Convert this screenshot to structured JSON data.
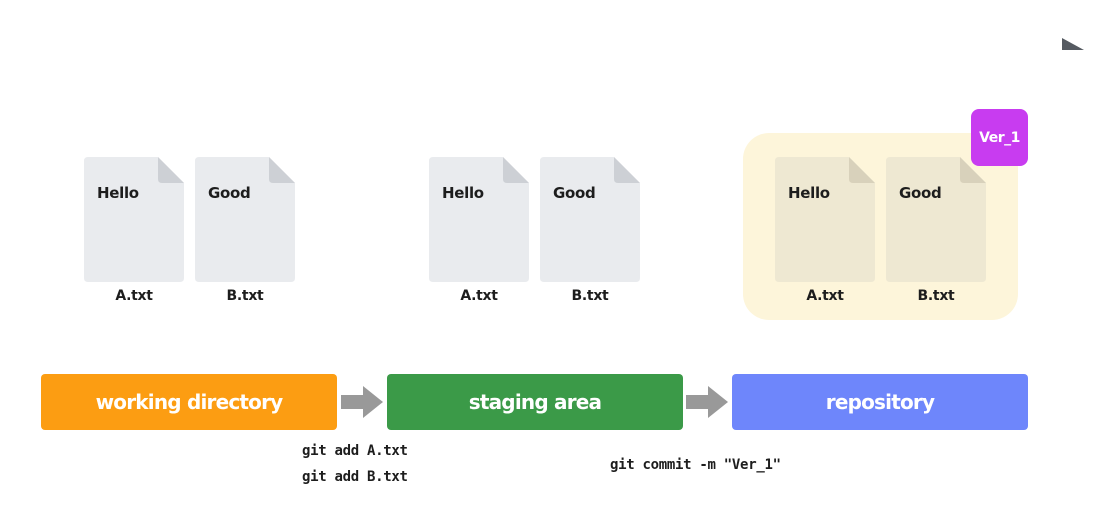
{
  "stages": {
    "working": {
      "label": "working directory",
      "color": "#fc9d12"
    },
    "staging": {
      "label": "staging area",
      "color": "#3b9a48"
    },
    "repository": {
      "label": "repository",
      "color": "#6e86fb"
    }
  },
  "files": {
    "a": {
      "content": "Hello",
      "name": "A.txt"
    },
    "b": {
      "content": "Good",
      "name": "B.txt"
    }
  },
  "repository_highlight": {
    "color": "#fdf5da"
  },
  "version_badge": {
    "label": "Ver_1",
    "color": "#c83cf0"
  },
  "commands": {
    "add_a": "git add A.txt",
    "add_b": "git add B.txt",
    "commit": "git commit -m \"Ver_1\""
  },
  "colors": {
    "arrow": "#999999",
    "file_bg": "#e9ebee",
    "file_fold": "#cdd0d5",
    "repo_file_bg": "#eee8d2",
    "repo_file_fold": "#d8d1bb"
  }
}
